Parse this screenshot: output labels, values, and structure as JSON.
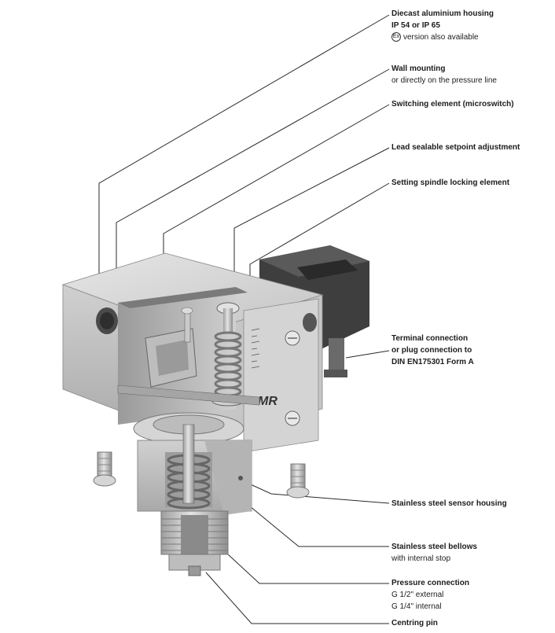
{
  "labels": [
    {
      "lines": [
        "Diecast aluminium housing",
        "IP 54 or IP 65"
      ],
      "extra": "version also available",
      "ex_symbol": "Ex"
    },
    {
      "lines": [
        "Wall mounting"
      ],
      "sub": "or directly on the pressure line"
    },
    {
      "lines": [
        "Switching element (microswitch)"
      ]
    },
    {
      "lines": [
        "Lead sealable setpoint adjustment"
      ]
    },
    {
      "lines": [
        "Setting spindle locking element"
      ]
    },
    {
      "lines": [
        "Terminal connection",
        "or plug connection to",
        "DIN EN175301 Form A"
      ]
    },
    {
      "lines": [
        "Stainless steel sensor housing"
      ]
    },
    {
      "lines": [
        "Stainless steel bellows"
      ],
      "sub": "with internal stop"
    },
    {
      "lines": [
        "Pressure connection"
      ],
      "sub_lines": [
        "G 1/2\" external",
        "G 1/4\" internal"
      ]
    },
    {
      "lines": [
        "Centring pin"
      ]
    }
  ],
  "colors": {
    "metal_light": "#d9d9d9",
    "metal_mid": "#b8b8b8",
    "metal_dark": "#8a8a8a",
    "plug": "#3e3e3e",
    "line": "#2a2a2a"
  }
}
